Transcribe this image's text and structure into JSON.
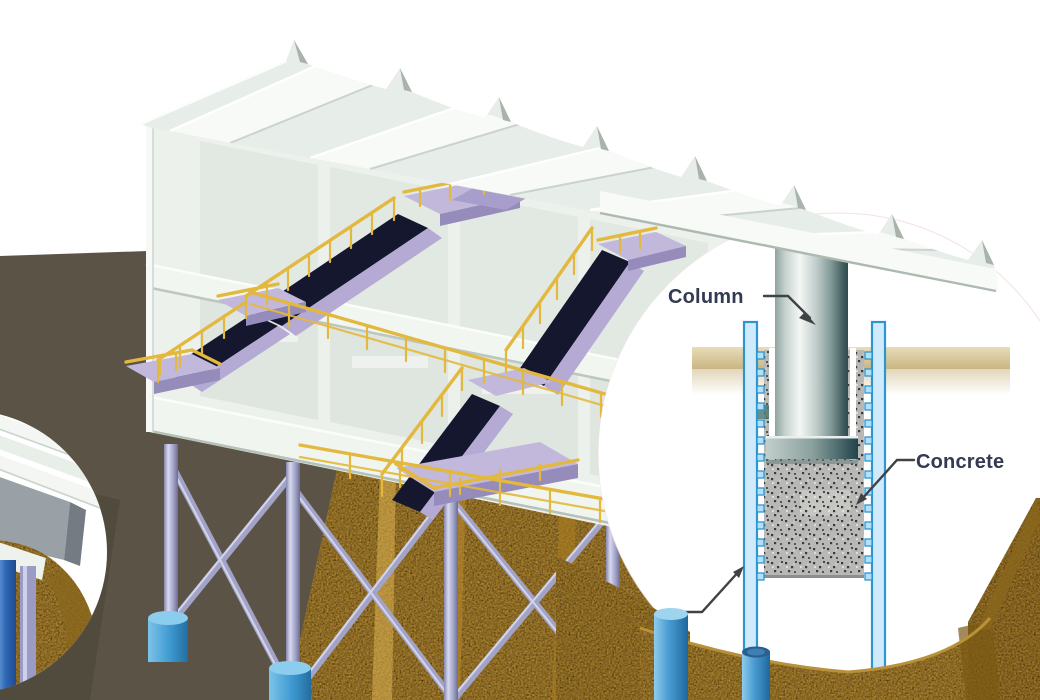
{
  "figure": {
    "type": "technical-illustration",
    "labels": {
      "column": "Column",
      "concrete": "Concrete"
    },
    "palette": {
      "page_bg": "#ffffff",
      "ground_olive": "#5b5446",
      "pier_gold": "#d2a13c",
      "pier_gold_dark": "#95701f",
      "building_ivory": "#eef2ec",
      "roof_mist": "#e7ede8",
      "stair_lavender": "#b4aad3",
      "stair_shadow_navy": "#14172e",
      "railing_yellow": "#e3b83e",
      "stilt_lavender": "#a5a6c8",
      "footing_blue": "#3e99d1",
      "pipe_blue": "#2e96cf",
      "pipe_fill": "#cfeafb",
      "concrete_gray": "#b8b9b6",
      "soil_band_tan": "#d9cba0",
      "label_text": "#333a52",
      "leader_line": "#404246"
    }
  }
}
